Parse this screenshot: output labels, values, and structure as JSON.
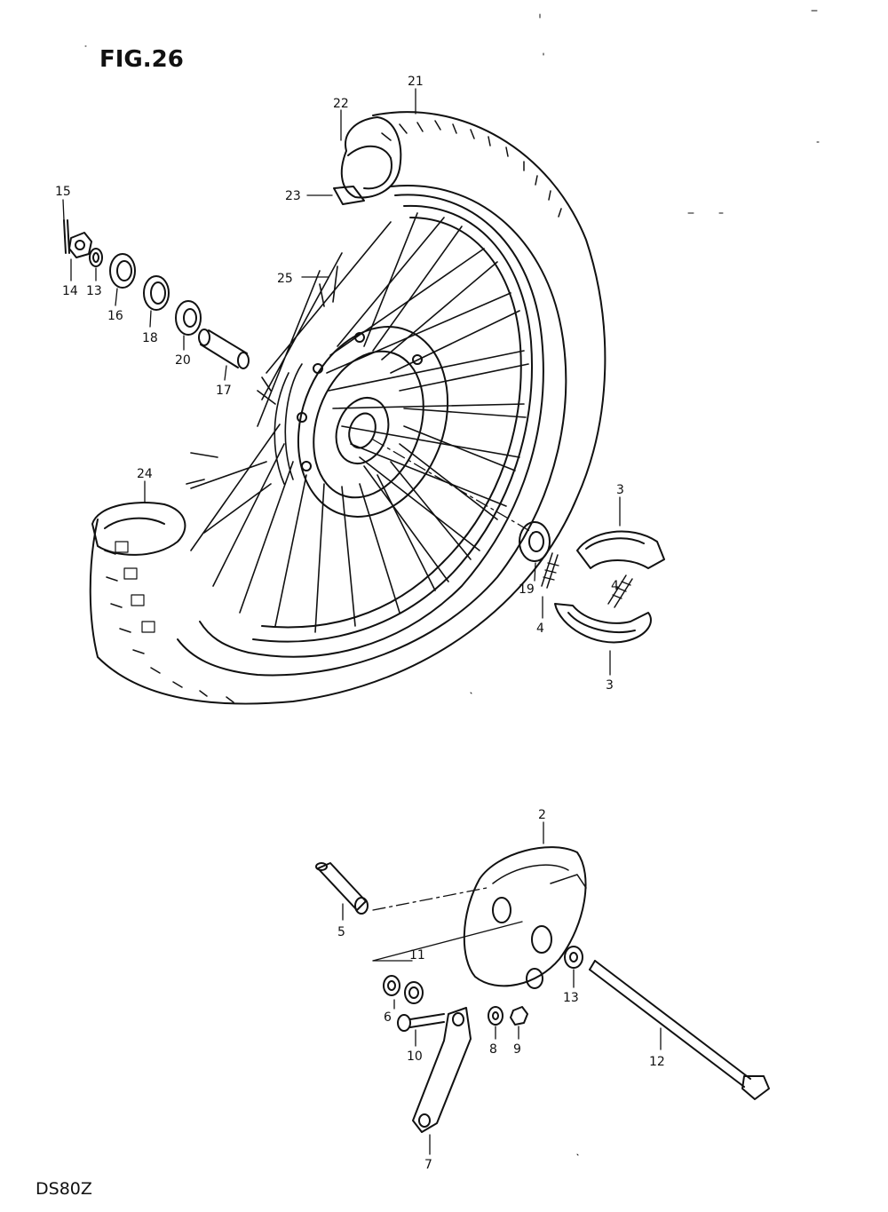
{
  "figure": {
    "title": "FIG.26",
    "model_code": "DS80Z"
  },
  "callouts": {
    "c21": "21",
    "c22": "22",
    "c23": "23",
    "c15": "15",
    "c14": "14",
    "c13a": "13",
    "c16": "16",
    "c18": "18",
    "c20": "20",
    "c17": "17",
    "c25": "25",
    "c24": "24",
    "c3a": "3",
    "c3b": "3",
    "c19": "19",
    "c4a": "4",
    "c4b": "4",
    "c2": "2",
    "c5": "5",
    "c11": "11",
    "c6": "6",
    "c13b": "13",
    "c10": "10",
    "c8": "8",
    "c9": "9",
    "c12": "12",
    "c7": "7"
  },
  "colors": {
    "ink": "#111111",
    "paper": "#ffffff"
  }
}
